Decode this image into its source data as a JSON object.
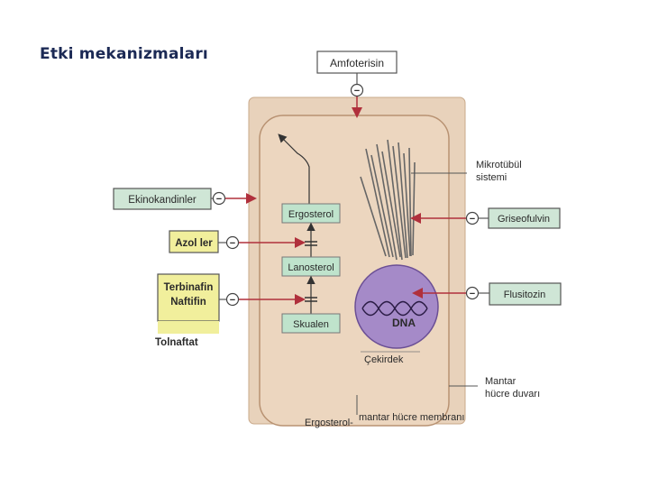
{
  "slide_title": "Etki mekanizmaları",
  "drugs": {
    "amphotericin": "Amfoterisin",
    "echinocandins": "Ekinokandinler",
    "azoles": "Azol ler",
    "terbinafine": "Terbinafin",
    "naftifine": "Naftifin",
    "tolnaftate": "Tolnaftat",
    "griseofulvin": "Griseofulvin",
    "flucytosine": "Flusitozin"
  },
  "pathway": {
    "ergosterol": "Ergosterol",
    "lanosterol": "Lanosterol",
    "squalene": "Skualen"
  },
  "structures": {
    "microtubule_line1": "Mikrotübül",
    "microtubule_line2": "sistemi",
    "dna": "DNA",
    "nucleus": "Çekirdek",
    "wall_line1": "Mantar",
    "wall_line2": "hücre duvarı",
    "membrane_a": "Ergosterol-",
    "membrane_b": "mantar hücre membranı"
  },
  "inhibit_symbol": "−",
  "colors": {
    "cell_fill": "#ecd6bf",
    "wall_fill": "#e8d2bb",
    "drug_box": "#cfe6d6",
    "pathway_box": "#bfe3cc",
    "drug_yellow": "#f1ef9c",
    "nucleus": "#a58ac8",
    "arrow_red": "#b0303c",
    "title_color": "#1c2a55"
  }
}
